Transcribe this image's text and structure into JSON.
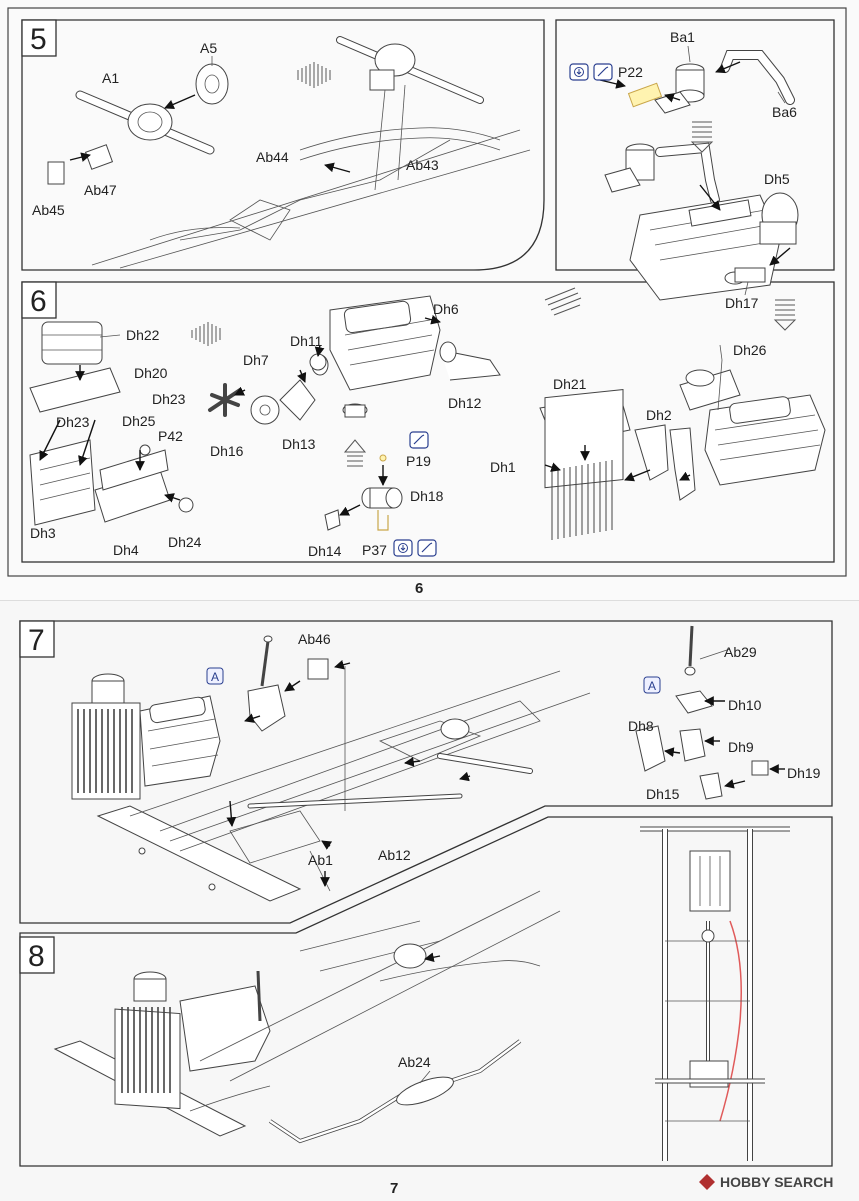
{
  "top_page": {
    "page_number": "6",
    "step5": {
      "number": "5",
      "labels": [
        "A5",
        "A1",
        "Ab47",
        "Ab45",
        "Ab44",
        "Ab43"
      ]
    },
    "step5b": {
      "labels": [
        "Ba1",
        "P22",
        "Ba6",
        "Dh5",
        "Dh17"
      ]
    },
    "step6": {
      "number": "6",
      "labels": [
        "Dh22",
        "Dh20",
        "Dh23",
        "Dh23",
        "Dh25",
        "P42",
        "Dh3",
        "Dh4",
        "Dh24",
        "Dh7",
        "Dh11",
        "Dh6",
        "Dh12",
        "Dh16",
        "Dh13",
        "P19",
        "Dh18",
        "Dh14",
        "P37",
        "Dh21",
        "Dh26",
        "Dh2",
        "Dh1"
      ]
    }
  },
  "bottom_page": {
    "page_number": "7",
    "step7": {
      "number": "7",
      "labels": [
        "Ab46",
        "A",
        "Ab1",
        "Ab12",
        "Ab29",
        "A",
        "Dh10",
        "Dh8",
        "Dh9",
        "Dh15",
        "Dh19"
      ]
    },
    "step8": {
      "number": "8",
      "labels": [
        "Ab24"
      ]
    },
    "watermark": "HOBBY SEARCH"
  }
}
